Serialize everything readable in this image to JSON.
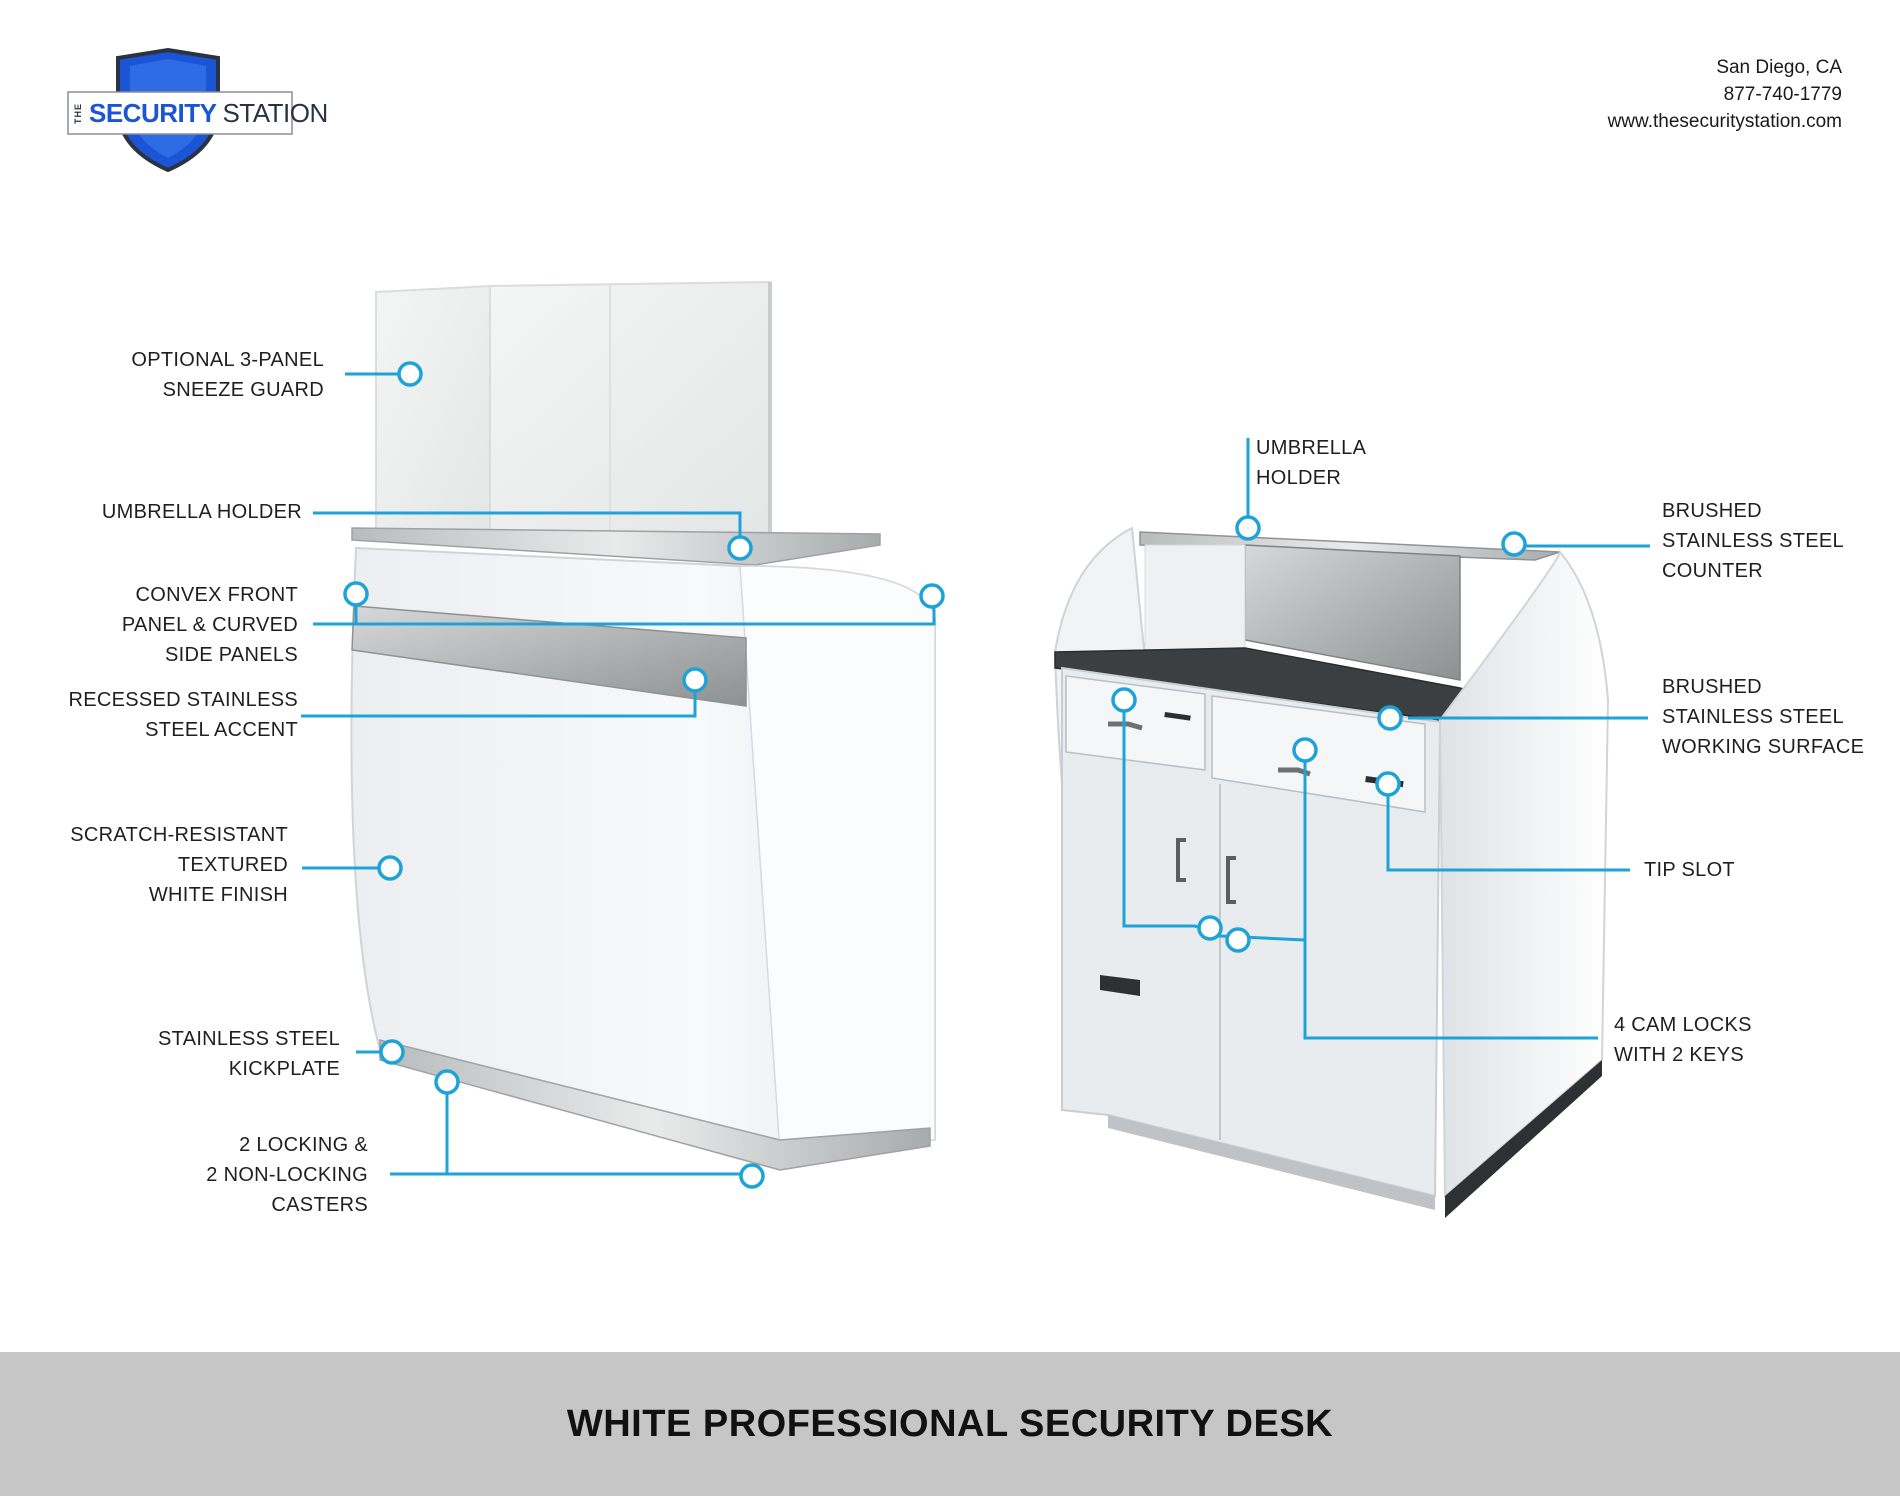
{
  "brand": {
    "the": "THE",
    "security": "SECURITY",
    "station": "STATION",
    "shield_color": "#1b55d6"
  },
  "contact": {
    "city": "San Diego, CA",
    "phone": "877-740-1779",
    "website": "www.thesecuritystation.com"
  },
  "left_callouts": {
    "sneeze_guard": "OPTIONAL 3-PANEL\nSNEEZE GUARD",
    "umbrella": "UMBRELLA HOLDER",
    "convex": "CONVEX FRONT\nPANEL & CURVED\nSIDE PANELS",
    "accent": "RECESSED STAINLESS\nSTEEL ACCENT",
    "finish": "SCRATCH-RESISTANT\nTEXTURED\nWHITE FINISH",
    "kickplate": "STAINLESS STEEL\nKICKPLATE",
    "casters": "2 LOCKING &\n2 NON-LOCKING\nCASTERS"
  },
  "right_callouts": {
    "umbrella": "UMBRELLA\nHOLDER",
    "counter": "BRUSHED\nSTAINLESS STEEL\nCOUNTER",
    "working": "BRUSHED\nSTAINLESS STEEL\nWORKING SURFACE",
    "tip_slot": "TIP SLOT",
    "cam_locks": "4 CAM LOCKS\nWITH 2 KEYS"
  },
  "accent_color": "#1ea3d6",
  "footer": {
    "title": "WHITE PROFESSIONAL SECURITY DESK"
  }
}
